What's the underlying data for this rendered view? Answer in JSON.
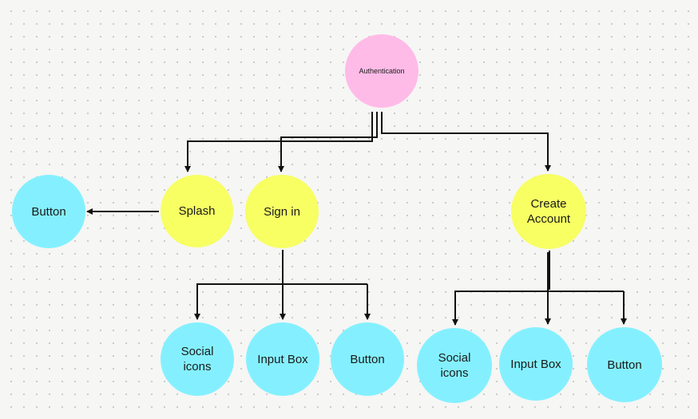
{
  "nodes": {
    "authentication": "Authentication",
    "splash": "Splash",
    "sign_in": "Sign in",
    "create_account": [
      "Create",
      "Account"
    ],
    "button_left": "Button",
    "sign_in_social": [
      "Social",
      "icons"
    ],
    "sign_in_input": "Input Box",
    "sign_in_button": "Button",
    "create_social": [
      "Social",
      "icons"
    ],
    "create_input": "Input Box",
    "create_button": "Button"
  },
  "colors": {
    "root": "#ffbbe8",
    "screen": "#f7ff63",
    "component": "#84f0ff",
    "connector": "#111111",
    "canvas": "#f6f6f4"
  }
}
